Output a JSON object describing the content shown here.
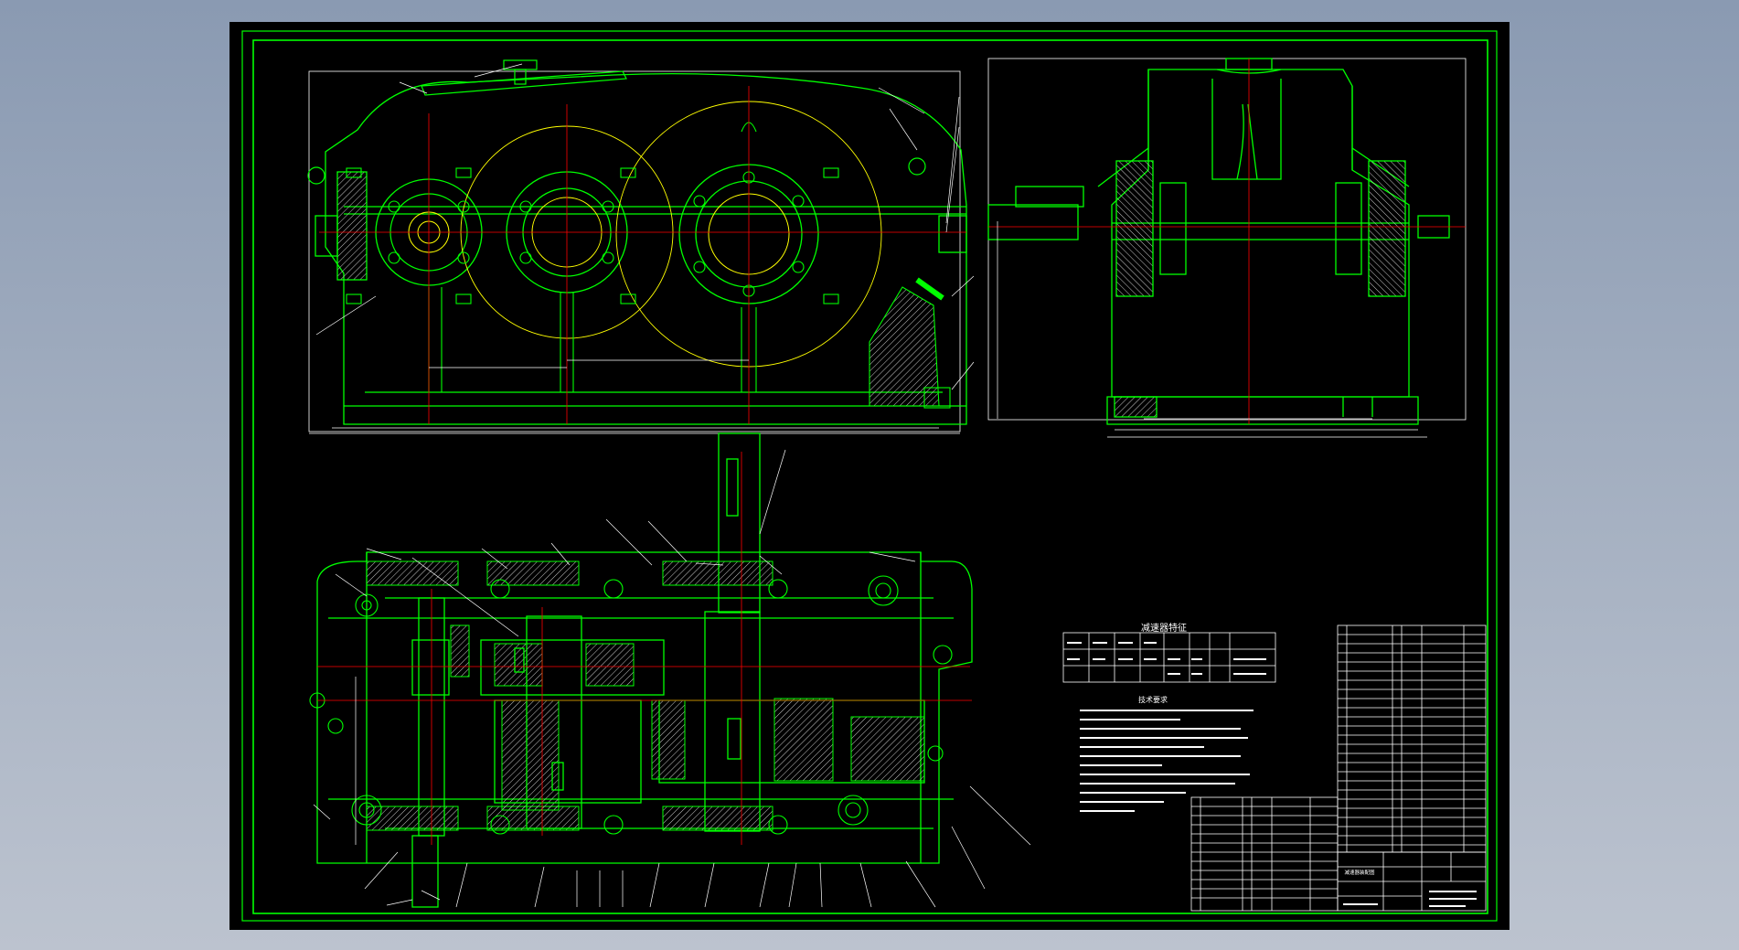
{
  "colors": {
    "background_top": "#8a9ab2",
    "background_bottom": "#bcc3cf",
    "sheet": "#000000",
    "outline": "#00ff00",
    "centerline": "#ff0000",
    "pitch_circle": "#ffff00",
    "dimension": "#ffffff",
    "hatch": "#c8c8c8"
  },
  "characteristics_table": {
    "title": "减速器特征"
  },
  "technical_requirements": {
    "title": "技术要求"
  },
  "title_block": {
    "drawing_name": "减速器装配图"
  },
  "icons": [
    "drawing-sheet",
    "gear-circle",
    "bearing-hatch",
    "balloon-callout"
  ]
}
